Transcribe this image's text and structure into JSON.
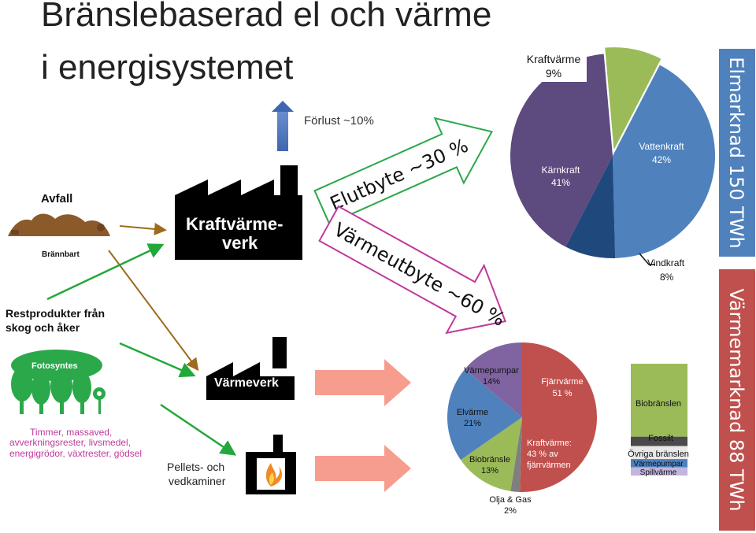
{
  "title": {
    "line1": "Bränslebaserad el och värme",
    "line2": "i energisystemet"
  },
  "loss_label": "Förlust ~10%",
  "sources": {
    "waste": "Avfall",
    "burnable": "Brännbart",
    "residue_line1": "Restprodukter från",
    "residue_line2": "skog och åker",
    "photosynthesis": "Fotosyntes",
    "residue_list_line1": "Timmer, massaved,",
    "residue_list_line2": "avverkningsrester, livsmedel,",
    "residue_list_line3": "energigrödor, växtrester, gödsel"
  },
  "plants": {
    "chp_line1": "Kraftvärme-",
    "chp_line2": "verk",
    "heating_plant": "Värmeverk",
    "stove_line1": "Pellets- och",
    "stove_line2": "vedkaminer"
  },
  "arrows": {
    "electricity": "Elutbyte ~30 %",
    "heat": "Värmeutbyte ~60 %"
  },
  "markets": {
    "electricity": "Elmarknad 150 TWh",
    "heat": "Värmemarknad  88 TWh"
  },
  "colors": {
    "purple": "#5d4a7e",
    "green": "#9bbb59",
    "blue": "#4f81bd",
    "navy": "#1f497d",
    "red": "#c0504d",
    "gray": "#7f7f7f",
    "lavender": "#8064a2",
    "slate": "#4f6228",
    "pink": "#f79d8e",
    "arrow_green": "#22a83a",
    "arrow_brown": "#9c6b1c"
  },
  "chart_data": [
    {
      "type": "pie",
      "name_hint": "el",
      "slices": [
        {
          "label": "Kraftvärme",
          "value": 9,
          "display": "9%"
        },
        {
          "label": "Vattenkraft",
          "value": 42,
          "display": "42%"
        },
        {
          "label": "Vindkraft",
          "value": 8,
          "display": "8%"
        },
        {
          "label": "Kärnkraft",
          "value": 41,
          "display": "41%"
        }
      ]
    },
    {
      "type": "pie",
      "name_hint": "värme",
      "slices": [
        {
          "label": "Fjärrvärme",
          "value": 51,
          "display": "51 %"
        },
        {
          "label": "Olja & Gas",
          "value": 2,
          "display": "2%"
        },
        {
          "label": "Biobränsle",
          "value": 13,
          "display": "13%"
        },
        {
          "label": "Elvärme",
          "value": 21,
          "display": "21%"
        },
        {
          "label": "Värmepumpar",
          "value": 14,
          "display": "14%"
        }
      ],
      "annotation": {
        "line1": "Kraftvärme:",
        "line2": "43 % av",
        "line3": "fjärrvärmen"
      }
    },
    {
      "type": "bar",
      "stacked": true,
      "segments": [
        {
          "label": "Biobränslen",
          "value": 62
        },
        {
          "label": "Fossilt",
          "value": 8
        },
        {
          "label": "Övriga bränslen",
          "value": 11
        },
        {
          "label": "Värmepumpar",
          "value": 7
        },
        {
          "label": "Spillvärme",
          "value": 7
        }
      ]
    }
  ]
}
